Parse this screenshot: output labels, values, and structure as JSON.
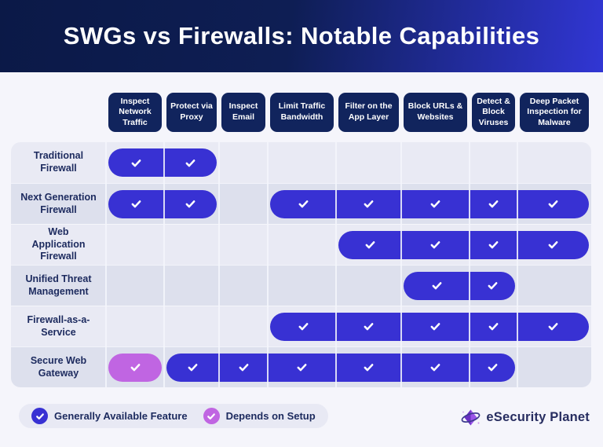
{
  "title": "SWGs vs Firewalls: Notable Capabilities",
  "chart_data": {
    "type": "table",
    "title": "SWGs vs Firewalls: Notable Capabilities",
    "columns": [
      "Inspect Network Traffic",
      "Protect via Proxy",
      "Inspect Email",
      "Limit Traffic Bandwidth",
      "Filter on the App Layer",
      "Block URLs & Websites",
      "Detect & Block Viruses",
      "Deep Packet Inspection for Malware"
    ],
    "rows": [
      {
        "label": "Traditional Firewall",
        "values": [
          "available",
          "available",
          null,
          null,
          null,
          null,
          null,
          null
        ]
      },
      {
        "label": "Next Generation Firewall",
        "values": [
          "available",
          "available",
          null,
          "available",
          "available",
          "available",
          "available",
          "available"
        ]
      },
      {
        "label": "Web Application Firewall",
        "values": [
          null,
          null,
          null,
          null,
          "available",
          "available",
          "available",
          "available"
        ]
      },
      {
        "label": "Unified Threat Management",
        "values": [
          null,
          null,
          null,
          null,
          null,
          "available",
          "available",
          null
        ]
      },
      {
        "label": "Firewall-as-a-Service",
        "values": [
          null,
          null,
          null,
          "available",
          "available",
          "available",
          "available",
          "available"
        ]
      },
      {
        "label": "Secure Web Gateway",
        "values": [
          "depends",
          "available",
          "available",
          "available",
          "available",
          "available",
          "available",
          null
        ]
      }
    ],
    "legend": [
      {
        "status": "available",
        "label": "Generally Available Feature",
        "color": "#3831d3"
      },
      {
        "status": "depends",
        "label": "Depends on Setup",
        "color": "#c065e2"
      }
    ]
  },
  "footer": {
    "logo_text": "eSecurity Planet"
  },
  "colors": {
    "header_gradient_start": "#0b1947",
    "header_gradient_end": "#3136d4",
    "column_header_bg": "#11245d",
    "row_light": "#e9eaf4",
    "row_dark": "#dde0ed",
    "available": "#3831d3",
    "depends": "#c065e2",
    "page_bg": "#f5f5fb",
    "text_navy": "#1c2a5e"
  }
}
